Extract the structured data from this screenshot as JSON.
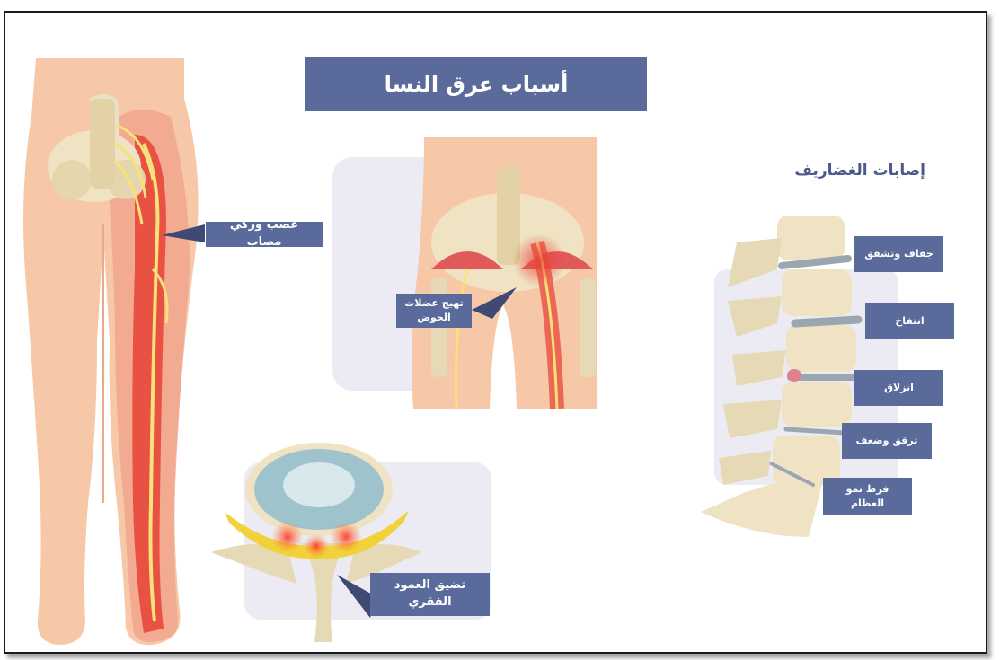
{
  "title": "أسباب عرق النسا",
  "labels": {
    "injured_nerve": "عصب وركي مصاب",
    "pelvic_muscle": "تهيج عضلات الحوض",
    "spinal_stenosis": "تضيق العمود الفقري",
    "disc_heading": "إصابات الغضاريف",
    "dry_crack": "جفاف وتشقق",
    "bulge": "انتفاخ",
    "slip": "انزلاق",
    "thinning": "ترقق وضعف",
    "overgrowth": "فرط نمو العظام"
  },
  "colors": {
    "label_bg": "#5a6a9b",
    "skin": "#f6c8a8",
    "nerve": "#f5e27a",
    "inflamed": "#e8473a",
    "bone": "#eee0c0",
    "disc": "#9aa7b0"
  }
}
